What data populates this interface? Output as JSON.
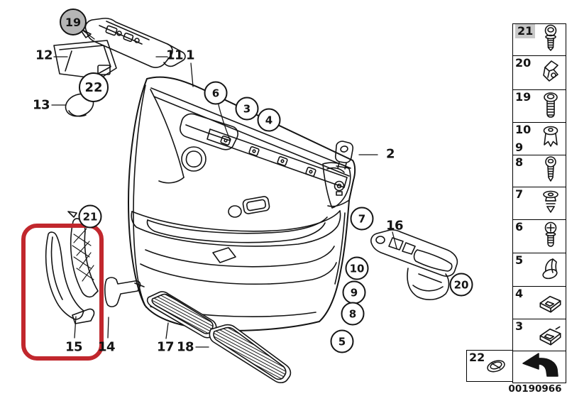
{
  "drawing": {
    "number": "00190966",
    "subject": "front door trim panel parts diagram"
  },
  "colors": {
    "highlight_red": "#c1272d",
    "filled_callout_gray": "#b5b5b5",
    "legend_highlight_gray": "#c8c8c8",
    "line_black": "#141414"
  },
  "callouts": {
    "circled": [
      {
        "label": "19",
        "filled": true
      },
      {
        "label": "22"
      },
      {
        "label": "6"
      },
      {
        "label": "3"
      },
      {
        "label": "4"
      },
      {
        "label": "7"
      },
      {
        "label": "10"
      },
      {
        "label": "9"
      },
      {
        "label": "8"
      },
      {
        "label": "5"
      },
      {
        "label": "20"
      },
      {
        "label": "21"
      }
    ],
    "plain": [
      {
        "label": "12"
      },
      {
        "label": "13"
      },
      {
        "label": "11"
      },
      {
        "label": "1"
      },
      {
        "label": "2"
      },
      {
        "label": "16"
      },
      {
        "label": "15"
      },
      {
        "label": "14"
      },
      {
        "label": "17"
      },
      {
        "label": "18"
      }
    ]
  },
  "legend": {
    "items": [
      {
        "number": "21",
        "icon": "round-head-screw-icon",
        "highlighted": true
      },
      {
        "number": "20",
        "icon": "sheet-metal-clip-icon"
      },
      {
        "number": "19",
        "icon": "pan-head-screw-icon"
      },
      {
        "number": "10",
        "number2": "9",
        "icon": "expansion-rivet-icon"
      },
      {
        "number": "8",
        "icon": "tapping-screw-icon"
      },
      {
        "number": "7",
        "icon": "expansion-nut-icon"
      },
      {
        "number": "6",
        "icon": "phillips-screw-icon"
      },
      {
        "number": "5",
        "icon": "spacer-clip-icon"
      },
      {
        "number": "4",
        "icon": "mounting-clip-icon"
      },
      {
        "number": "3",
        "icon": "mounting-clip-icon"
      },
      {
        "number": "",
        "icon": "direction-arrow-icon"
      }
    ],
    "extra_item": {
      "number": "22",
      "icon": "cover-cap-icon"
    }
  }
}
